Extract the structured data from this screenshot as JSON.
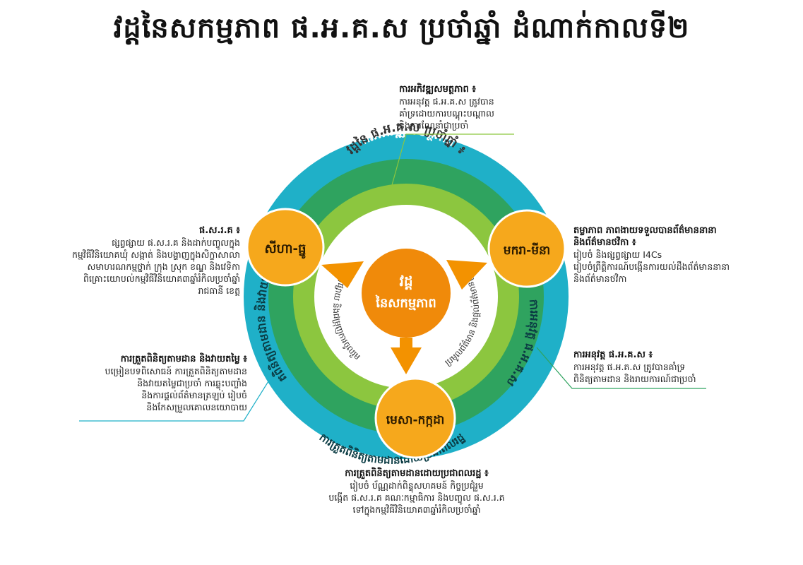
{
  "title": "វដ្តនៃសកម្មភាព ផ.អ.គ.ស ប្រចាំឆ្នាំ ដំណាក់កាលទី២",
  "center": {
    "line1": "វដ្ត",
    "line2": "នៃសកម្មភាព"
  },
  "ring_inner_caption": "វដ្តនៃ ផ.អ.គ.ស ប្រចាំឆ្នាំ ៖",
  "ring_top_label": "ការអភិវឌ្ឍសមត្ថភាព",
  "ring_right_label": "ការអនុវត្ត ផ.អ.គ.ស",
  "ring_left_label": "ការត្រួតពិនិត្យតាមដាន និងវាយតម្លៃ",
  "ring_bottom_label": "ការត្រួតពិនិត្យតាមដានដោយប្រជាពលរដ្ឋ",
  "inner_arc_left": "ផ្សព្វផ្សាយ និងជម្រុញការចូលរួម",
  "inner_arc_right": "ប្រមូលព័ត៌មាន និងផ្ដល់ព័ត៌មានត្រឡប់",
  "nodes": {
    "left": "សីហា-ធ្នូ",
    "right": "មករា-មីនា",
    "bottom": "មេសា-កក្កដា"
  },
  "notes": {
    "top": {
      "heading": "ការអភិវឌ្ឍសមត្ថភាព ៖",
      "lines": [
        "ការអនុវត្ត ផ.អ.គ.ស ត្រូវបាន",
        "គាំទ្រដោយការបណ្ដុះបណ្ដាល",
        "និងការណែនាំជាប្រចាំ"
      ]
    },
    "left": {
      "heading": "ផ.ស.រ.គ ៖",
      "lines": [
        "ផ្សព្វផ្សាយ ផ.ស.រ.គ និងដាក់បញ្ចូលក្នុង",
        "កម្មវិធីវិនិយោគឃុំ សង្កាត់ និងបង្ហាញក្នុងសិក្ខាសាលា",
        "សមាហរណកម្មថ្នាក់ ក្រុង ស្រុក ខណ្ឌ និងវេទិកា",
        "ពិគ្រោះយោបល់កម្មវិធីវិនិយោគ៣ឆ្នាំរំកិលប្រចាំឆ្នាំ",
        "រាជធានី ខេត្ត"
      ]
    },
    "right": {
      "heading": "តម្លាភាព ភាពងាយទទួលបានព័ត៌មាននានា",
      "heading2": "និងព័ត៌មានថវិកា ៖",
      "lines": [
        "រៀបចំ និងផ្សព្វផ្សាយ I4Cs",
        "រៀបចំព្រឹត្តិការណ៍បង្កើនការយល់ដឹងព័ត៌មាននានា",
        "និងព័ត៌មានថវិកា"
      ]
    },
    "right_lower": {
      "heading": "ការអនុវត្ត ផ.អ.គ.ស ៖",
      "lines": [
        "ការអនុវត្ត ផ.អ.គ.ស ត្រូវបានគាំទ្រ",
        "ពិនិត្យតាមដាន និងរាយការណ៍ជាប្រចាំ"
      ]
    },
    "left_lower": {
      "heading": "ការត្រួតពិនិត្យតាមដាន និងវាយតម្លៃ ៖",
      "lines": [
        "បម្រៀនបទពិសោធន៍ ការត្រួតពិនិត្យតាមដាន",
        "និងវាយតម្លៃជាប្រចាំ ការឆ្លុះបញ្ចាំង",
        "និងការផ្ដល់ព័ត៌មានត្រឡប់ រៀបចំ",
        "និងកែសម្រួលគោលនយោបាយ"
      ]
    },
    "bottom": {
      "heading": "ការត្រួតពិនិត្យតាមដានដោយប្រជាពលរដ្ឋ ៖",
      "lines": [
        "រៀបចំ ប័ណ្ណដាក់ពិន្ទុសហគមន៍ កិច្ចប្រជុំរួម",
        "បង្កើត ផ.ស.រ.គ គណៈកម្មាធិការ និងបញ្ចូល ផ.ស.រ.គ",
        "ទៅក្នុងកម្មវិធីវិនិយោគ៣ឆ្នាំរំកិលប្រចាំឆ្នាំ"
      ]
    }
  },
  "colors": {
    "outer_ring": "#1fb0c8",
    "middle_ring": "#2fa35f",
    "inner_ring": "#8cc63f",
    "node": "#f6a81c",
    "center": "#f08a0a",
    "arrow": "#f39200"
  }
}
